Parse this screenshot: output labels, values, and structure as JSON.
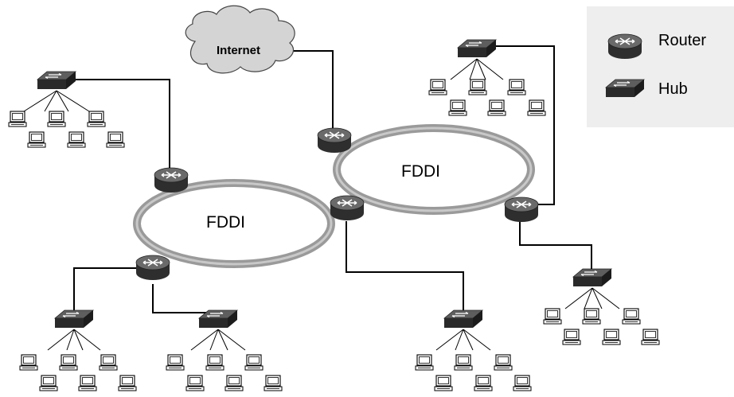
{
  "legend": {
    "router_label": "Router",
    "hub_label": "Hub",
    "router_icon": "router-icon",
    "hub_icon": "hub-icon"
  },
  "cloud": {
    "label": "Internet",
    "icon": "cloud-icon"
  },
  "rings": {
    "left_label": "FDDI",
    "right_label": "FDDI"
  },
  "colors": {
    "ring": "#9a9a9a",
    "ring_highlight": "#c8c8c8",
    "legend_bg": "#eeeeee",
    "cloud": "#d4d4d4",
    "device_dark": "#3a3a3a",
    "link": "#000000"
  }
}
